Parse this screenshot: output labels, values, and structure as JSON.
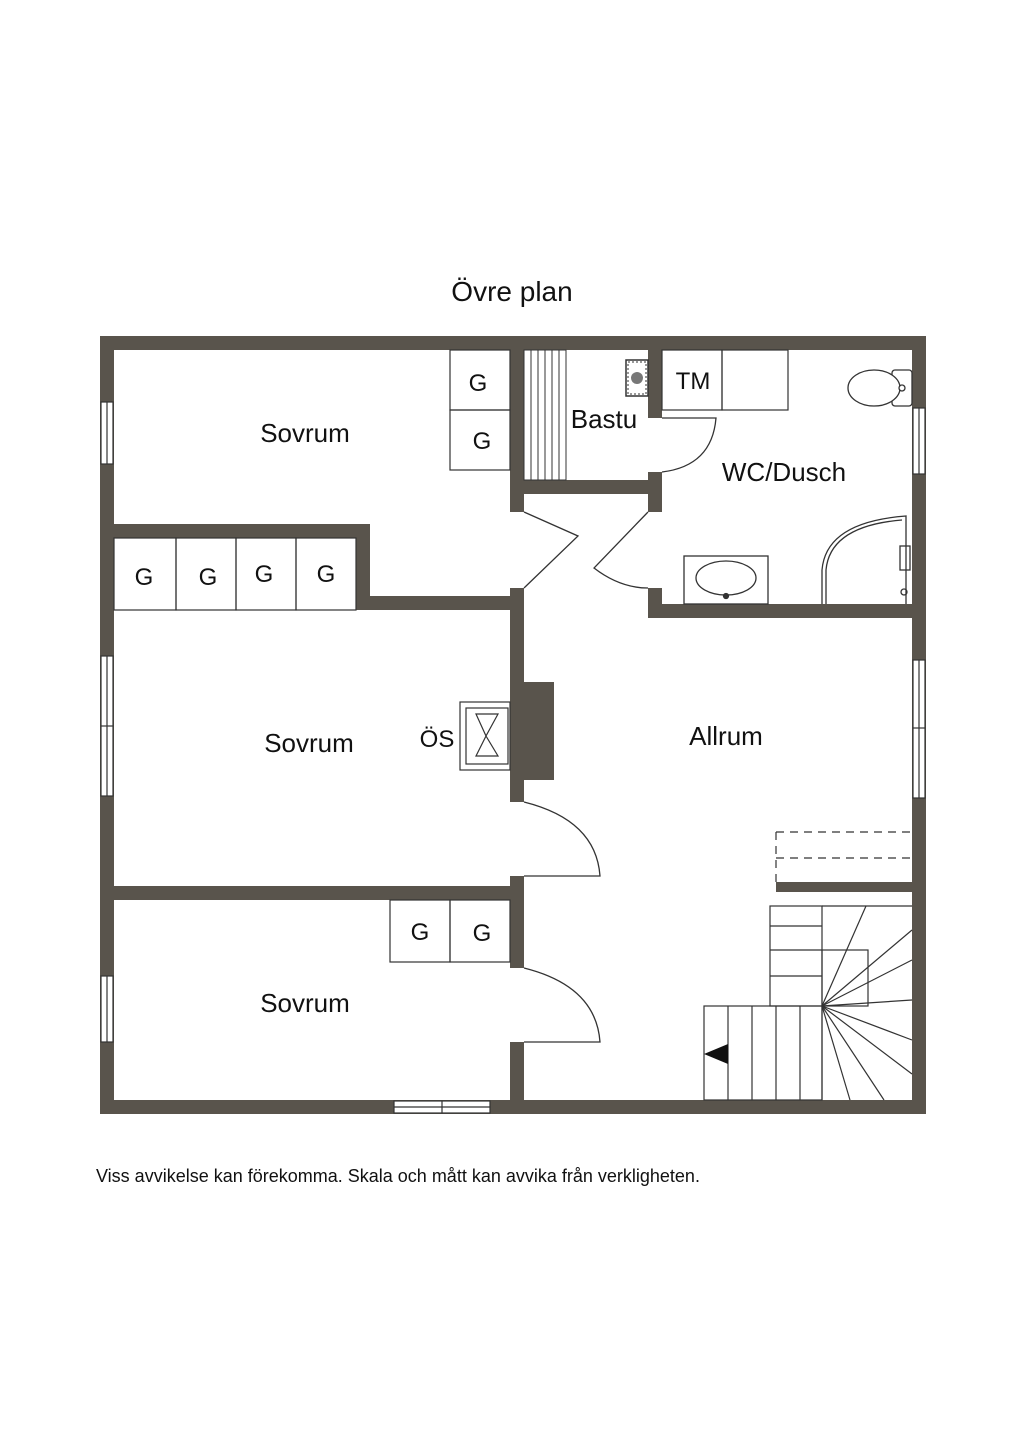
{
  "title": "Övre plan",
  "disclaimer": "Viss avvikelse kan förekomma. Skala och mått kan avvika från verkligheten.",
  "colors": {
    "wall": "#59544c",
    "line": "#333333",
    "background": "#ffffff"
  },
  "rooms": {
    "sovrum_top": "Sovrum",
    "sovrum_middle": "Sovrum",
    "sovrum_bottom": "Sovrum",
    "bastu": "Bastu",
    "wc_dusch": "WC/Dusch",
    "allrum": "Allrum"
  },
  "fixtures": {
    "wardrobe": "G",
    "laundry": "TM",
    "stove": "ÖS"
  },
  "icons": [
    "toilet-icon",
    "sink-icon",
    "shower-icon",
    "sauna-heater-icon",
    "stairs-icon",
    "arrow-left-icon"
  ]
}
